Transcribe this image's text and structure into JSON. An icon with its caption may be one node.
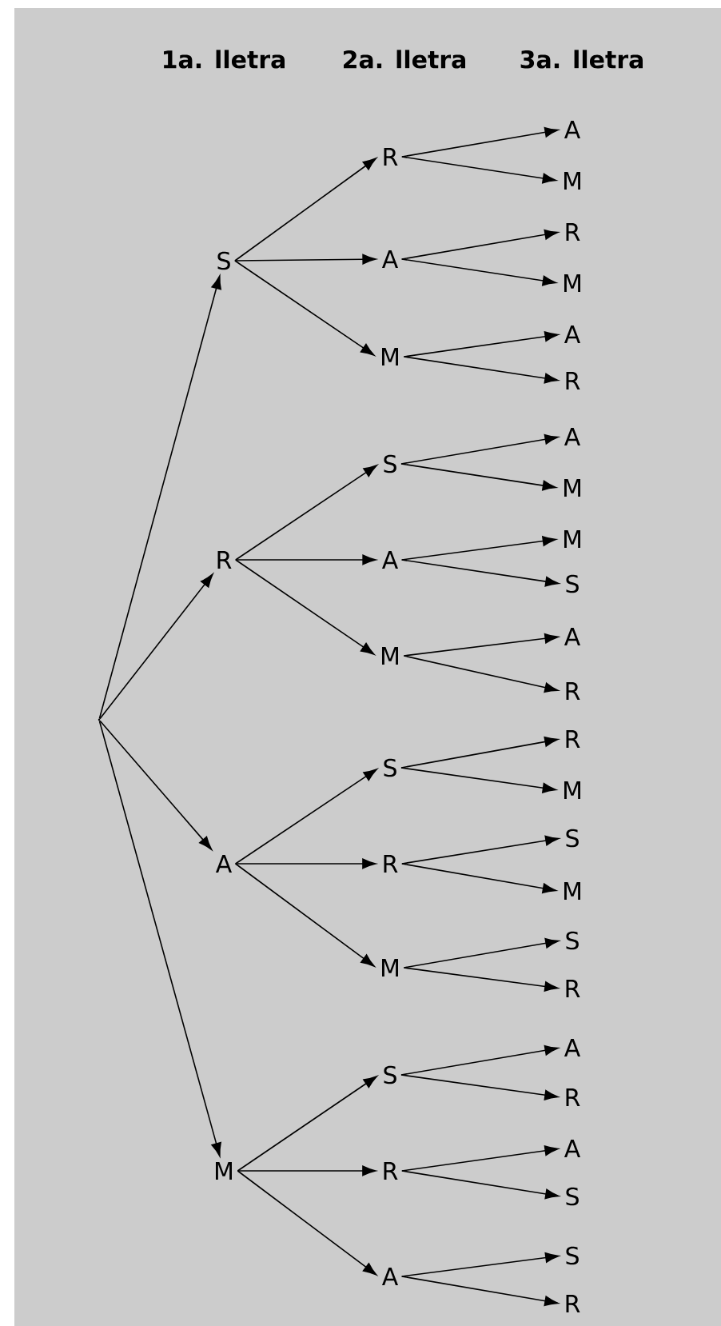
{
  "diagram": {
    "nodes": [
      {
        "text": [],
        "shape": "point"
      },
      {
        "text": [
          "S"
        ]
      },
      {
        "text": [
          "R"
        ]
      },
      {
        "text": [
          "A"
        ]
      },
      {
        "text": [
          "M"
        ]
      },
      {
        "text": [
          "A"
        ]
      },
      {
        "text": [
          "R"
        ]
      },
      {
        "text": [
          "M"
        ]
      },
      {
        "text": [
          "M"
        ]
      },
      {
        "text": [
          "A"
        ]
      },
      {
        "text": [
          "R"
        ]
      },
      {
        "text": [
          "R"
        ]
      },
      {
        "text": [
          "S"
        ]
      },
      {
        "text": [
          "A"
        ]
      },
      {
        "text": [
          "M"
        ]
      },
      {
        "text": [
          "A"
        ]
      },
      {
        "text": [
          "M"
        ]
      },
      {
        "text": [
          "S"
        ]
      },
      {
        "text": [
          "M"
        ]
      },
      {
        "text": [
          "A"
        ]
      },
      {
        "text": [
          "R"
        ]
      },
      {
        "text": [
          "A"
        ]
      },
      {
        "text": [
          "S"
        ]
      },
      {
        "text": [
          "R"
        ]
      },
      {
        "text": [
          "M"
        ]
      },
      {
        "text": [
          "R"
        ]
      },
      {
        "text": [
          "S"
        ]
      },
      {
        "text": [
          "M"
        ]
      },
      {
        "text": [
          "M"
        ]
      },
      {
        "text": [
          "S"
        ]
      },
      {
        "text": [
          "R"
        ]
      },
      {
        "text": [
          "M"
        ]
      },
      {
        "text": [
          "S"
        ]
      },
      {
        "text": [
          "A"
        ]
      },
      {
        "text": [
          "R"
        ]
      },
      {
        "text": [
          "R"
        ]
      },
      {
        "text": [
          "A"
        ]
      },
      {
        "text": [
          "S"
        ]
      },
      {
        "text": [
          "A"
        ]
      },
      {
        "text": [
          "S"
        ]
      },
      {
        "text": [
          "R"
        ]
      }
    ],
    "edges": [
      {
        "from": 0,
        "to": 1,
        "arrow": "to"
      },
      {
        "from": 0,
        "to": 11,
        "arrow": "to"
      },
      {
        "from": 0,
        "to": 21,
        "arrow": "to"
      },
      {
        "from": 0,
        "to": 31,
        "arrow": "to"
      },
      {
        "from": 1,
        "to": 2,
        "arrow": "to"
      },
      {
        "from": 1,
        "to": 5,
        "arrow": "to"
      },
      {
        "from": 1,
        "to": 8,
        "arrow": "to"
      },
      {
        "from": 2,
        "to": 3,
        "arrow": "to"
      },
      {
        "from": 2,
        "to": 4,
        "arrow": "to"
      },
      {
        "from": 5,
        "to": 6,
        "arrow": "to"
      },
      {
        "from": 5,
        "to": 7,
        "arrow": "to"
      },
      {
        "from": 8,
        "to": 9,
        "arrow": "to"
      },
      {
        "from": 8,
        "to": 10,
        "arrow": "to"
      },
      {
        "from": 11,
        "to": 12,
        "arrow": "to"
      },
      {
        "from": 11,
        "to": 15,
        "arrow": "to"
      },
      {
        "from": 11,
        "to": 18,
        "arrow": "to"
      },
      {
        "from": 12,
        "to": 13,
        "arrow": "to"
      },
      {
        "from": 12,
        "to": 14,
        "arrow": "to"
      },
      {
        "from": 15,
        "to": 16,
        "arrow": "to"
      },
      {
        "from": 15,
        "to": 17,
        "arrow": "to"
      },
      {
        "from": 18,
        "to": 19,
        "arrow": "to"
      },
      {
        "from": 18,
        "to": 20,
        "arrow": "to"
      },
      {
        "from": 21,
        "to": 22,
        "arrow": "to"
      },
      {
        "from": 21,
        "to": 25,
        "arrow": "to"
      },
      {
        "from": 21,
        "to": 28,
        "arrow": "to"
      },
      {
        "from": 22,
        "to": 23,
        "arrow": "to"
      },
      {
        "from": 22,
        "to": 24,
        "arrow": "to"
      },
      {
        "from": 25,
        "to": 26,
        "arrow": "to"
      },
      {
        "from": 25,
        "to": 27,
        "arrow": "to"
      },
      {
        "from": 28,
        "to": 29,
        "arrow": "to"
      },
      {
        "from": 28,
        "to": 30,
        "arrow": "to"
      },
      {
        "from": 31,
        "to": 32,
        "arrow": "to"
      },
      {
        "from": 31,
        "to": 35,
        "arrow": "to"
      },
      {
        "from": 31,
        "to": 38,
        "arrow": "to"
      },
      {
        "from": 32,
        "to": 33,
        "arrow": "to"
      },
      {
        "from": 32,
        "to": 34,
        "arrow": "to"
      },
      {
        "from": 35,
        "to": 36,
        "arrow": "to"
      },
      {
        "from": 35,
        "to": 37,
        "arrow": "to"
      },
      {
        "from": 38,
        "to": 39,
        "arrow": "to"
      },
      {
        "from": 38,
        "to": 40,
        "arrow": "to"
      }
    ],
    "labels": [
      "1a. lletra",
      "2a. lletra",
      "3a. lletra"
    ]
  }
}
